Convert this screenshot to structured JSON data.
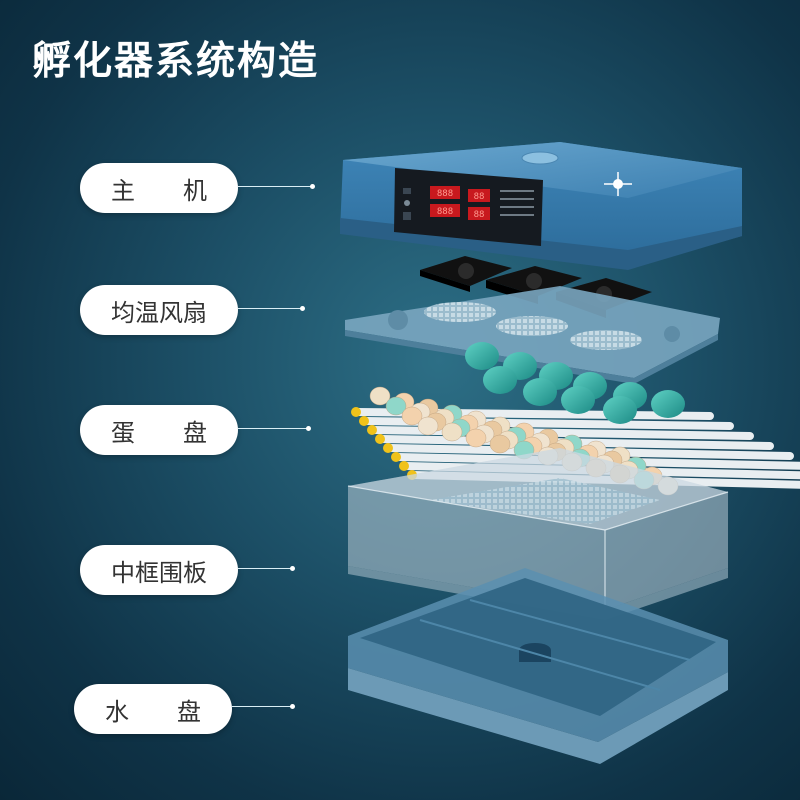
{
  "title": "孵化器系统构造",
  "labels": {
    "main_unit": "主　　机",
    "fan": "均温风扇",
    "egg_tray": "蛋　　盘",
    "frame": "中框围板",
    "water_tray": "水　　盘"
  },
  "display": {
    "digits_left_top": "888",
    "digits_right_top": "88",
    "digits_left_bottom": "888",
    "digits_right_bottom": "88"
  }
}
